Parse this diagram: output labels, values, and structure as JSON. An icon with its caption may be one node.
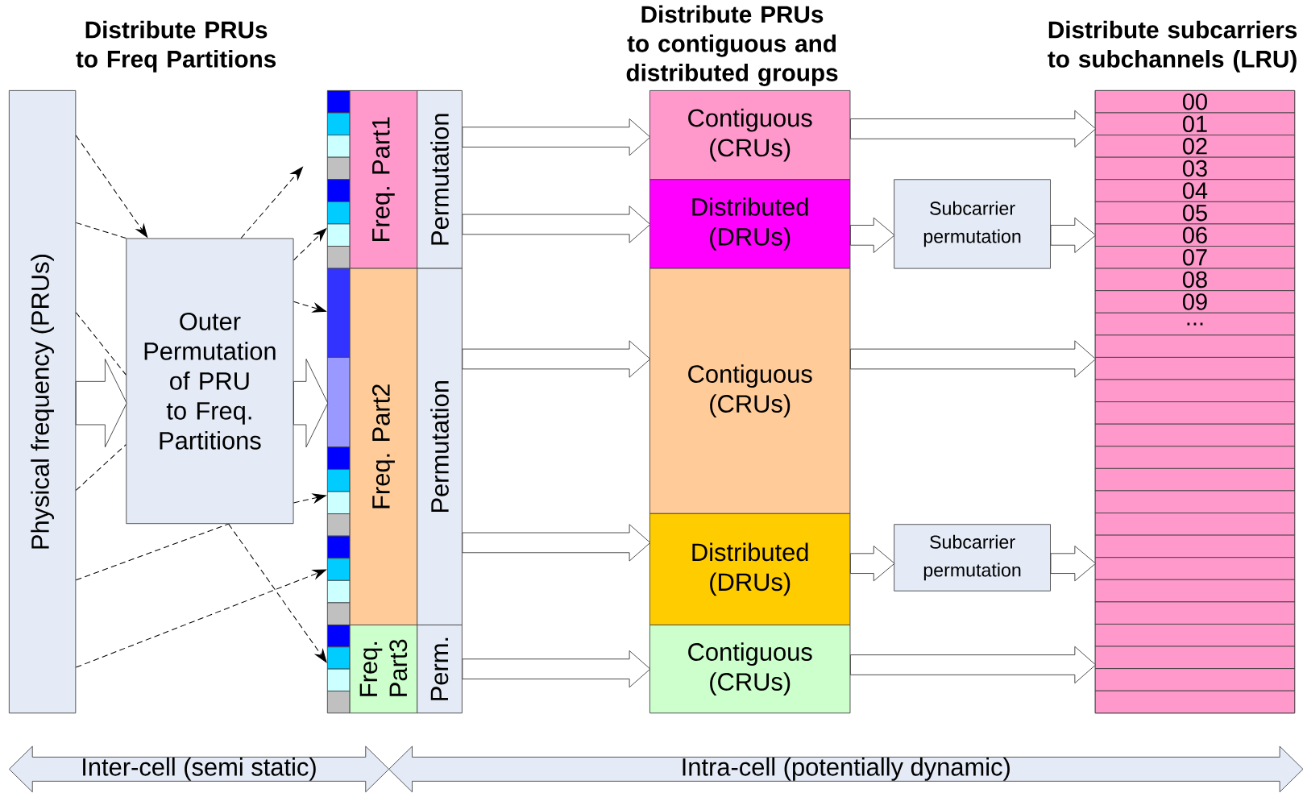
{
  "diagram": {
    "nodes": [
      {
        "text": [
          "Physical frequency (PRUs)"
        ]
      },
      {
        "text": [
          "Outer Permutation of PRU to Freq. Partitions"
        ]
      },
      {
        "text": [],
        "shape": "box"
      },
      {
        "text": [],
        "shape": "box"
      },
      {
        "text": [],
        "shape": "box"
      },
      {
        "text": [],
        "shape": "box"
      },
      {
        "text": [],
        "shape": "box"
      },
      {
        "text": [],
        "shape": "box"
      },
      {
        "text": [],
        "shape": "box"
      },
      {
        "text": [],
        "shape": "box"
      },
      {
        "text": [],
        "shape": "box"
      },
      {
        "text": [],
        "shape": "box"
      },
      {
        "text": [],
        "shape": "box"
      },
      {
        "text": [],
        "shape": "box"
      },
      {
        "text": [],
        "shape": "box"
      },
      {
        "text": [],
        "shape": "box"
      },
      {
        "text": [],
        "shape": "box"
      },
      {
        "text": [],
        "shape": "box"
      },
      {
        "text": [],
        "shape": "box"
      },
      {
        "text": [],
        "shape": "box"
      },
      {
        "text": [],
        "shape": "box"
      },
      {
        "text": [],
        "shape": "box"
      },
      {
        "text": [],
        "shape": "box"
      },
      {
        "text": [],
        "shape": "box"
      },
      {
        "text": [
          "Freq. Part1"
        ]
      },
      {
        "text": [
          "Freq. Part2"
        ]
      },
      {
        "text": [
          "Freq. Part3"
        ]
      },
      {
        "text": [
          "Permutation"
        ]
      },
      {
        "text": [
          "Permutation"
        ]
      },
      {
        "text": [
          "Perm."
        ]
      },
      {
        "text": [
          "Contiguous (CRUs)"
        ]
      },
      {
        "text": [
          "Distributed (DRUs)"
        ]
      },
      {
        "text": [
          "Contiguous (CRUs)"
        ]
      },
      {
        "text": [
          "Distributed (DRUs)"
        ]
      },
      {
        "text": [
          "Contiguous (CRUs)"
        ]
      },
      {
        "text": [
          "Subcarrier permutation"
        ]
      },
      {
        "text": [
          "Subcarrier permutation"
        ]
      },
      {
        "text": [],
        "shape": "box"
      },
      {
        "text": [
          "00"
        ],
        "in": 37
      },
      {
        "text": [
          "01"
        ],
        "in": 37
      },
      {
        "text": [
          "02"
        ],
        "in": 37
      },
      {
        "text": [
          "03"
        ],
        "in": 37
      },
      {
        "text": [
          "04"
        ],
        "in": 37
      },
      {
        "text": [
          "05"
        ],
        "in": 37
      },
      {
        "text": [
          "06"
        ],
        "in": 37
      },
      {
        "text": [
          "07"
        ],
        "in": 37
      },
      {
        "text": [
          "08"
        ],
        "in": 37
      },
      {
        "text": [
          "09"
        ],
        "in": 37
      },
      {
        "text": [
          "..."
        ],
        "in": 37
      },
      {
        "text": [],
        "shape": "box",
        "in": 37
      },
      {
        "text": [],
        "shape": "box",
        "in": 37
      },
      {
        "text": [],
        "shape": "box",
        "in": 37
      },
      {
        "text": [],
        "shape": "box",
        "in": 37
      },
      {
        "text": [],
        "shape": "box",
        "in": 37
      },
      {
        "text": [],
        "shape": "box",
        "in": 37
      },
      {
        "text": [],
        "shape": "box",
        "in": 37
      },
      {
        "text": [],
        "shape": "box",
        "in": 37
      },
      {
        "text": [],
        "shape": "box",
        "in": 37
      },
      {
        "text": [],
        "shape": "box",
        "in": 37
      },
      {
        "text": [],
        "shape": "box",
        "in": 37
      },
      {
        "text": [],
        "shape": "box",
        "in": 37
      },
      {
        "text": [],
        "shape": "box",
        "in": 37
      },
      {
        "text": [],
        "shape": "box",
        "in": 37
      },
      {
        "text": [],
        "shape": "box",
        "in": 37
      },
      {
        "text": [],
        "shape": "box",
        "in": 37
      },
      {
        "text": [],
        "shape": "box",
        "in": 37
      }
    ],
    "edges": [
      {
        "from": 0,
        "to": 1,
        "arrow": "to"
      },
      {
        "from": 1,
        "to": 11,
        "arrow": "to"
      },
      {
        "from": 0,
        "to": 1,
        "arrow": "to",
        "style": "dashed"
      },
      {
        "from": 0,
        "to": 1,
        "arrow": "none",
        "style": "dashed"
      },
      {
        "from": 0,
        "to": 1,
        "arrow": "none",
        "style": "dashed"
      },
      {
        "from": 0,
        "to": 1,
        "arrow": "none",
        "style": "dashed"
      },
      {
        "from": 0,
        "to": 1,
        "arrow": "none",
        "style": "dashed"
      },
      {
        "from": 0,
        "to": 17,
        "arrow": "to",
        "style": "dashed"
      },
      {
        "from": 1,
        "to": null,
        "arrow": "to",
        "style": "dashed"
      },
      {
        "from": 1,
        "to": 8,
        "arrow": "to",
        "style": "dashed"
      },
      {
        "from": 1,
        "to": 10,
        "arrow": "to",
        "style": "dashed"
      },
      {
        "from": 1,
        "to": 14,
        "arrow": "to",
        "style": "dashed"
      },
      {
        "from": 1,
        "to": 21,
        "arrow": "to",
        "style": "dashed"
      },
      {
        "from": 27,
        "to": 30,
        "arrow": "to"
      },
      {
        "from": 27,
        "to": 31,
        "arrow": "to"
      },
      {
        "from": 28,
        "to": 32,
        "arrow": "to"
      },
      {
        "from": 28,
        "to": 33,
        "arrow": "to"
      },
      {
        "from": 29,
        "to": 34,
        "arrow": "to"
      },
      {
        "from": 30,
        "to": 37,
        "arrow": "to"
      },
      {
        "from": 31,
        "to": 35,
        "arrow": "to"
      },
      {
        "from": 35,
        "to": 37,
        "arrow": "to"
      },
      {
        "from": 32,
        "to": 37,
        "arrow": "to"
      },
      {
        "from": 33,
        "to": 36,
        "arrow": "to"
      },
      {
        "from": 36,
        "to": 37,
        "arrow": "to"
      },
      {
        "from": 34,
        "to": 37,
        "arrow": "to"
      }
    ],
    "labels": [
      "Distribute PRUs to Freq Partitions",
      "Distribute PRUs to contiguous and distributed groups",
      "Distribute subcarriers to subchannels (LRU)",
      "Inter-cell (semi static)",
      "Intra-cell (potentially dynamic)"
    ]
  }
}
